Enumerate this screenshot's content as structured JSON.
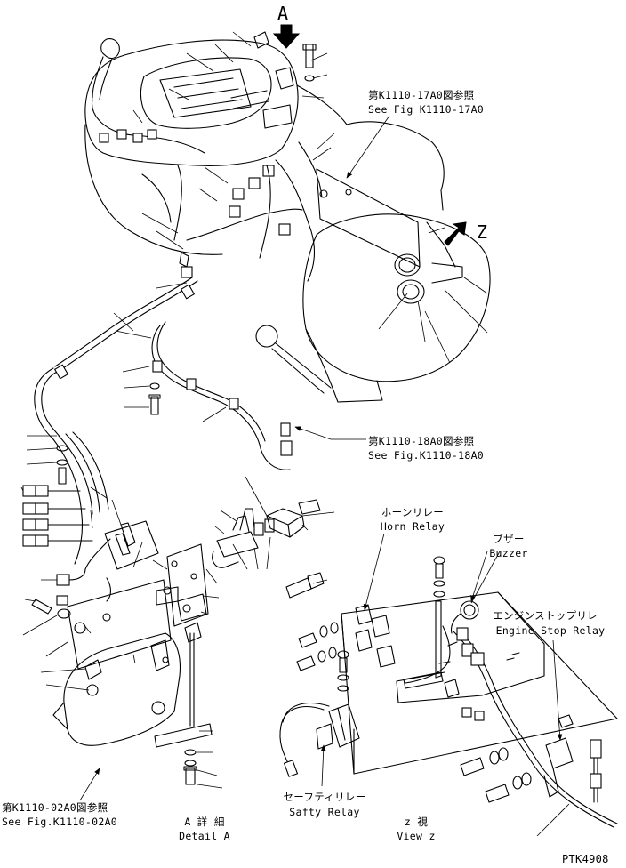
{
  "view_letters": {
    "a": "A",
    "z": "Z"
  },
  "refs": {
    "k1110_17a0_jp": "第K1110-17A0図参照",
    "k1110_17a0_en": "See Fig K1110-17A0",
    "k1110_18a0_jp": "第K1110-18A0図参照",
    "k1110_18a0_en": "See Fig.K1110-18A0",
    "k1110_02a0_jp": "第K1110-02A0図参照",
    "k1110_02a0_en": "See Fig.K1110-02A0"
  },
  "components": {
    "horn_relay_jp": "ホーンリレー",
    "horn_relay_en": "Horn Relay",
    "buzzer_jp": "ブザー",
    "buzzer_en": "Buzzer",
    "engine_stop_relay_jp": "エンジンストップリレー",
    "engine_stop_relay_en": "Engine Stop Relay",
    "safety_relay_jp": "セーフティリレー",
    "safety_relay_en": "Safty Relay"
  },
  "details": {
    "detail_a_jp": "A 詳 細",
    "detail_a_en": "Detail A",
    "view_z_jp": "z 視",
    "view_z_en": "View z"
  },
  "drawing_number": "PTK4908"
}
